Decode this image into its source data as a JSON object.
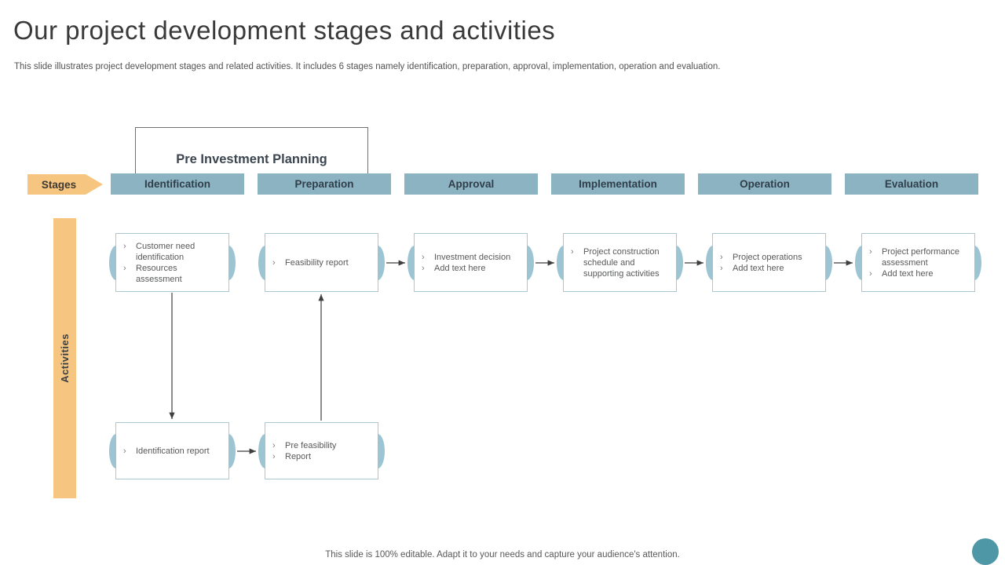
{
  "slide": {
    "title": "Our project development stages and activities",
    "subtitle": "This slide illustrates project development stages and related activities. It includes 6 stages namely identification, preparation, approval, implementation, operation and evaluation.",
    "footer": "This slide is 100% editable. Adapt it to your needs and capture your audience's attention."
  },
  "diagram": {
    "group_label": "Pre Investment Planning",
    "stages_label": "Stages",
    "activities_label": "Activities",
    "bullet_char": "›",
    "stages": [
      "Identification",
      "Preparation",
      "Approval",
      "Implementation",
      "Operation",
      "Evaluation"
    ],
    "activity_boxes": [
      {
        "stage": "Identification",
        "items": [
          "Customer need identification",
          "Resources assessment"
        ]
      },
      {
        "stage": "Preparation",
        "items": [
          "Feasibility report"
        ]
      },
      {
        "stage": "Approval",
        "items": [
          "Investment decision",
          "Add text here"
        ]
      },
      {
        "stage": "Implementation",
        "items": [
          "Project construction schedule and supporting activities"
        ]
      },
      {
        "stage": "Operation",
        "items": [
          "Project operations",
          "Add text here"
        ]
      },
      {
        "stage": "Evaluation",
        "items": [
          "Project performance assessment",
          "Add text here"
        ]
      }
    ],
    "report_boxes": [
      {
        "stage": "Identification",
        "items": [
          "Identification report"
        ]
      },
      {
        "stage": "Preparation",
        "items": [
          "Pre feasibility",
          "Report"
        ]
      }
    ]
  },
  "colors": {
    "teal": "#8CB3C2",
    "orange": "#F6C57F",
    "circle_teal": "#4E97A6",
    "box_border": "#A9C8D4",
    "cap_fill": "#9CC4D3",
    "arrow": "#3F3F3F",
    "header_text": "#2F3E4A",
    "body_text": "#58595B",
    "title_text": "#3A3A3A"
  }
}
